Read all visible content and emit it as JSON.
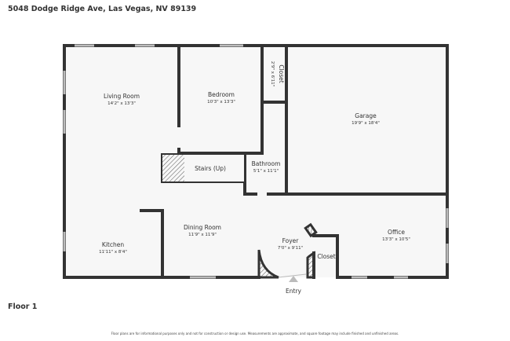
{
  "address": "5048 Dodge Ridge Ave, Las Vegas, NV 89139",
  "floor_label": "Floor 1",
  "disclaimer": "Floor plans are for informational purposes only and not for construction or design use. Measurements are approximate, and square footage may include finished and unfinished areas.",
  "rooms": {
    "living": {
      "name": "Living Room",
      "dims": "14'2\" x 13'3\""
    },
    "bedroom": {
      "name": "Bedroom",
      "dims": "10'3\" x 13'3\""
    },
    "closet_top": {
      "name": "Closet",
      "dims": "2'9\" x 6'11\""
    },
    "garage": {
      "name": "Garage",
      "dims": "19'9\" x 18'4\""
    },
    "stairs": {
      "name": "Stairs (Up)"
    },
    "bathroom": {
      "name": "Bathroom",
      "dims": "5'1\" x 11'1\""
    },
    "dining": {
      "name": "Dining Room",
      "dims": "11'9\" x 11'9\""
    },
    "kitchen": {
      "name": "Kitchen",
      "dims": "11'11\" x 8'4\""
    },
    "foyer": {
      "name": "Foyer",
      "dims": "7'0\" x 9'11\""
    },
    "closet_foyer": {
      "name": "Closet"
    },
    "office": {
      "name": "Office",
      "dims": "13'3\" x 10'5\""
    }
  },
  "entry_label": "Entry",
  "colors": {
    "wall": "#333333",
    "floor": "#f7f7f7",
    "window": "#bbbbbb"
  }
}
